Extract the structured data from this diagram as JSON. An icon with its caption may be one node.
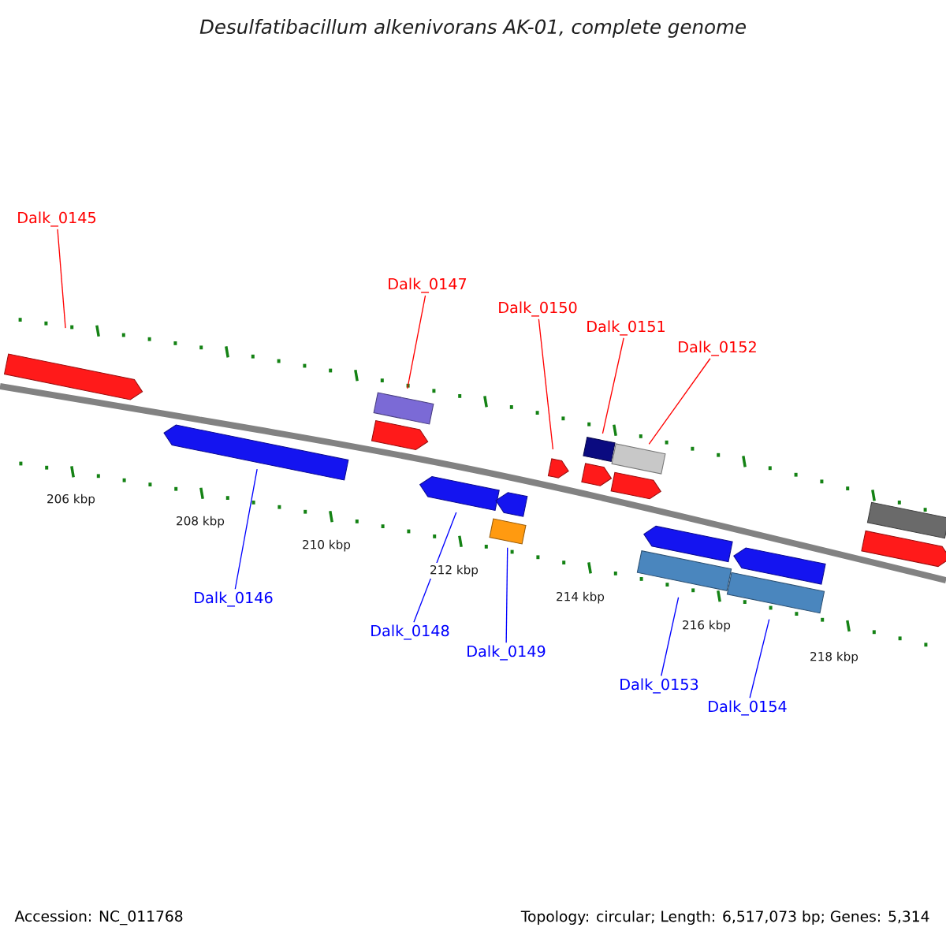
{
  "diagram": {
    "title": "Desulfatibacillum alkenivorans AK-01, complete genome",
    "nodes": [
      {
        "text": [],
        "shape": "arrow"
      },
      {
        "text": [],
        "shape": "arrow"
      },
      {
        "text": [],
        "shape": "box"
      },
      {
        "text": [],
        "shape": "arrow"
      },
      {
        "text": [],
        "shape": "arrow"
      },
      {
        "text": [],
        "shape": "arrow"
      },
      {
        "text": [],
        "shape": "box"
      },
      {
        "text": [],
        "shape": "arrow"
      },
      {
        "text": [],
        "shape": "box"
      },
      {
        "text": [],
        "shape": "arrow"
      },
      {
        "text": [],
        "shape": "box"
      },
      {
        "text": [],
        "shape": "arrow"
      },
      {
        "text": [],
        "shape": "arrow"
      },
      {
        "text": [],
        "shape": "box"
      },
      {
        "text": [],
        "shape": "arrow"
      },
      {
        "text": [],
        "shape": "box"
      },
      {
        "text": [],
        "shape": "box"
      },
      {
        "text": [],
        "shape": "arrow"
      },
      {
        "text": [
          "Dalk_0145"
        ]
      },
      {
        "text": [
          "Dalk_0146"
        ]
      },
      {
        "text": [
          "Dalk_0147"
        ]
      },
      {
        "text": [
          "Dalk_0148"
        ]
      },
      {
        "text": [
          "Dalk_0149"
        ]
      },
      {
        "text": [
          "Dalk_0150"
        ]
      },
      {
        "text": [
          "Dalk_0151"
        ]
      },
      {
        "text": [
          "Dalk_0152"
        ]
      },
      {
        "text": [
          "Dalk_0153"
        ]
      },
      {
        "text": [
          "Dalk_0154"
        ]
      }
    ],
    "edges": [
      {
        "from": 18,
        "to": 0,
        "arrow": "none"
      },
      {
        "from": 19,
        "to": 1,
        "arrow": "none",
        "color": "#0000ff"
      },
      {
        "from": 20,
        "to": 2,
        "arrow": "none"
      },
      {
        "from": 21,
        "to": 4,
        "arrow": "none",
        "color": "#0000ff"
      },
      {
        "from": 22,
        "to": 6,
        "arrow": "none",
        "color": "#0000ff"
      },
      {
        "from": 23,
        "to": 7,
        "arrow": "none"
      },
      {
        "from": 24,
        "to": 8,
        "arrow": "none"
      },
      {
        "from": 25,
        "to": 10,
        "arrow": "none"
      },
      {
        "from": 26,
        "to": 13,
        "arrow": "none",
        "color": "#0000ff"
      },
      {
        "from": 27,
        "to": 15,
        "arrow": "none",
        "color": "#0000ff"
      }
    ],
    "labels": [
      "206 kbp",
      "208 kbp",
      "210 kbp",
      "212 kbp",
      "214 kbp",
      "216 kbp",
      "218 kbp",
      "Accession: NC_011768",
      "Topology: circular; Length: 6,517,073 bp; Genes: 5,314"
    ]
  }
}
